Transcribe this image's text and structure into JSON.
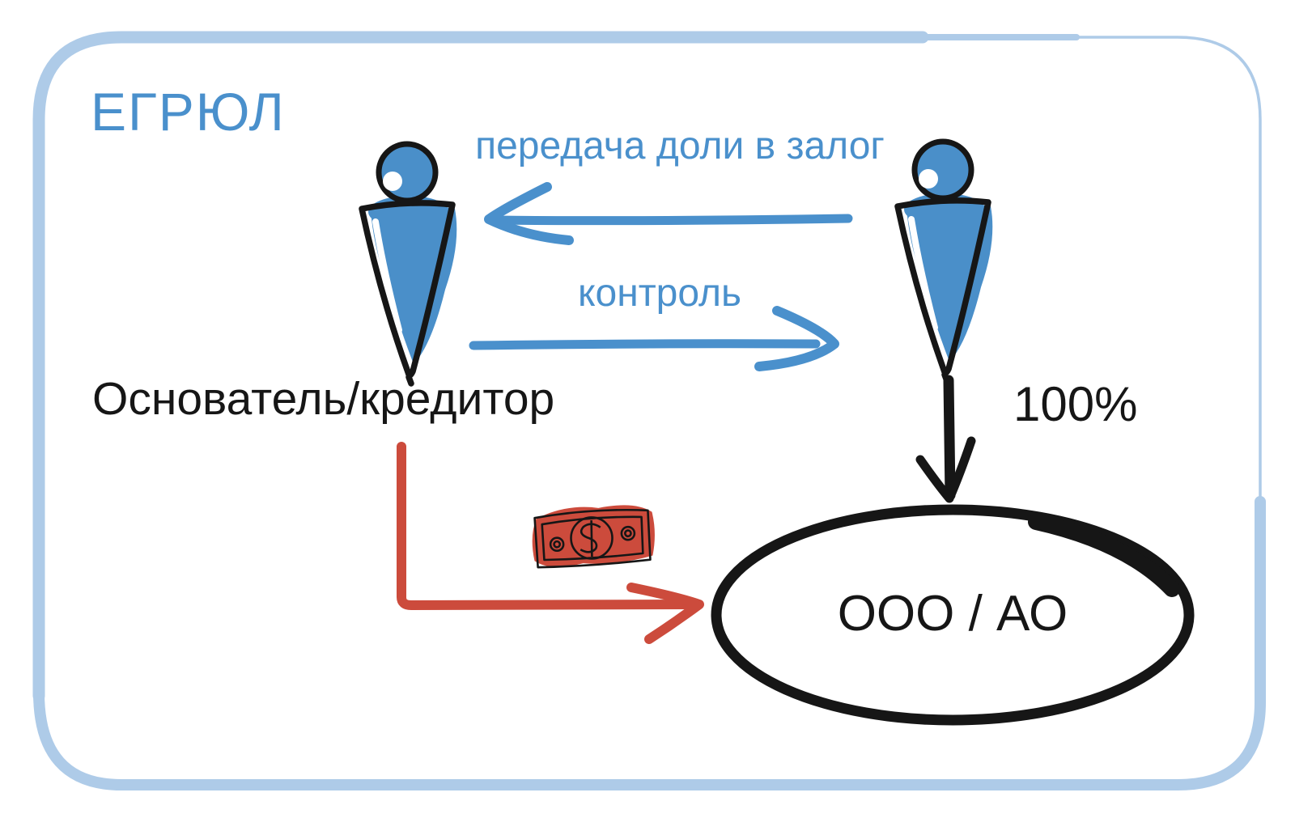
{
  "diagram": {
    "registry_label": "ЕГРЮЛ",
    "pledge_label": "передача доли в залог",
    "control_label": "контроль",
    "founder_label": "Основатель/кредитор",
    "ownership_label": "100%",
    "company_label": "ООО / АО",
    "money_symbol": "$"
  },
  "colors": {
    "frame_blue": "#aecbe8",
    "accent_blue": "#4a90cc",
    "person_blue": "#4a8fc9",
    "arrow_red": "#cc4b3c",
    "ink_black": "#161616",
    "background": "#ffffff"
  }
}
